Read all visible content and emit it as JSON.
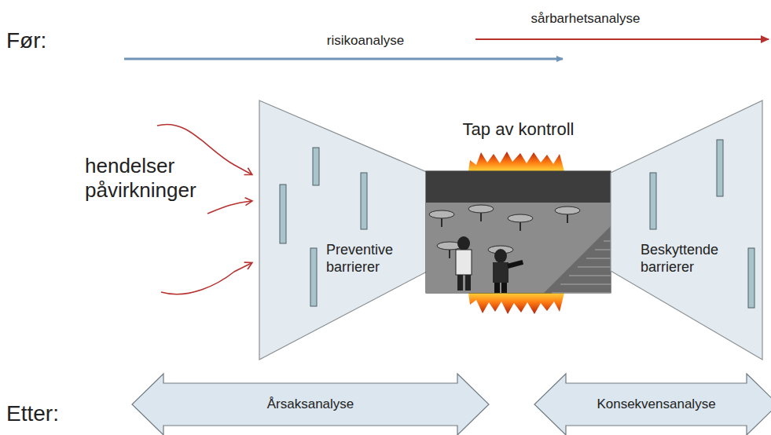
{
  "diagram": {
    "nodes": [
      {
        "text": [
          "Preventive barrierer"
        ]
      },
      {
        "text": [
          "Tap av kontroll"
        ]
      },
      {
        "text": [
          "Beskyttende barrierer"
        ]
      },
      {
        "text": [
          "Årsaksanalyse"
        ]
      },
      {
        "text": [
          "Konsekvensanalyse"
        ]
      }
    ],
    "labels": [
      "Før:",
      "risikoanalyse",
      "sårbarhetsanalyse",
      "hendelser påvirkninger",
      "Etter:"
    ]
  }
}
